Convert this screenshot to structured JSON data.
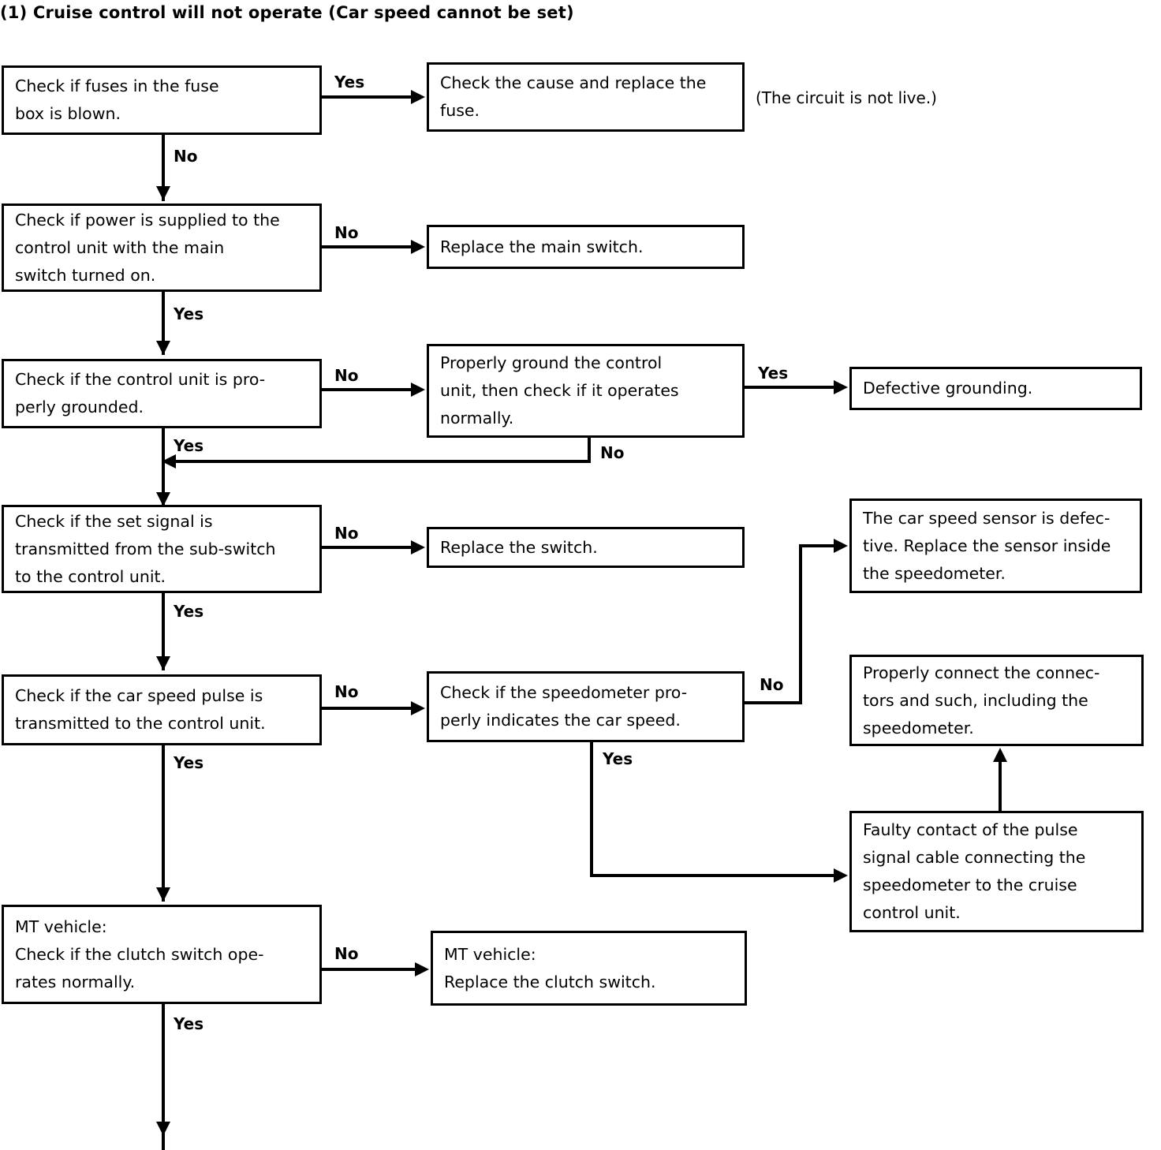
{
  "document": {
    "heading": "(1)  Cruise control will not operate (Car speed cannot be set)",
    "side_note": "(The circuit is not live.)"
  },
  "boxes": {
    "fuse_check": {
      "lines": [
        "Check if fuses in the fuse",
        "box is blown."
      ]
    },
    "fuse_replace": {
      "lines": [
        "Check the cause and replace the",
        "fuse."
      ]
    },
    "power_check": {
      "lines": [
        "Check if power is supplied to the",
        "control unit with the main",
        "switch turned on."
      ]
    },
    "main_switch_replace": {
      "lines": [
        "Replace the main switch."
      ]
    },
    "ground_check": {
      "lines": [
        "Check if the control unit is pro-",
        "perly grounded."
      ]
    },
    "ground_properly": {
      "lines": [
        "Properly ground the control",
        "unit, then check if it operates",
        "normally."
      ]
    },
    "defective_grounding": {
      "lines": [
        "Defective grounding."
      ]
    },
    "set_signal_check": {
      "lines": [
        "Check if the set signal is",
        "transmitted from the sub-switch",
        "to the control unit."
      ]
    },
    "switch_replace": {
      "lines": [
        "Replace the switch."
      ]
    },
    "speed_sensor_defective": {
      "lines": [
        "The car speed sensor is defec-",
        "tive.  Replace the sensor inside",
        "the speedometer."
      ]
    },
    "speed_pulse_check": {
      "lines": [
        "Check if the car speed pulse is",
        "transmitted to the control unit."
      ]
    },
    "speedometer_check": {
      "lines": [
        "Check if the speedometer pro-",
        "perly indicates the car speed."
      ]
    },
    "connectors_connect": {
      "lines": [
        "Properly connect the connec-",
        "tors and such, including the",
        "speedometer."
      ]
    },
    "faulty_contact": {
      "lines": [
        "Faulty contact of the pulse",
        "signal cable connecting the",
        "speedometer to the cruise",
        "control unit."
      ]
    },
    "clutch_check": {
      "lines": [
        "MT vehicle:",
        "Check if the clutch switch ope-",
        "rates normally."
      ]
    },
    "clutch_replace": {
      "lines": [
        "MT vehicle:",
        "Replace the clutch switch."
      ]
    }
  },
  "edge_labels": {
    "fuse_yes": "Yes",
    "fuse_no": "No",
    "power_no": "No",
    "power_yes": "Yes",
    "ground_no": "No",
    "ground_yes": "Yes",
    "ground_properly_yes": "Yes",
    "ground_properly_no": "No",
    "set_signal_no": "No",
    "set_signal_yes": "Yes",
    "speed_pulse_no": "No",
    "speed_pulse_yes": "Yes",
    "speedometer_no": "No",
    "speedometer_yes": "Yes",
    "clutch_no": "No",
    "clutch_yes": "Yes"
  },
  "colors": {
    "ink": "#000000",
    "paper": "#ffffff"
  }
}
